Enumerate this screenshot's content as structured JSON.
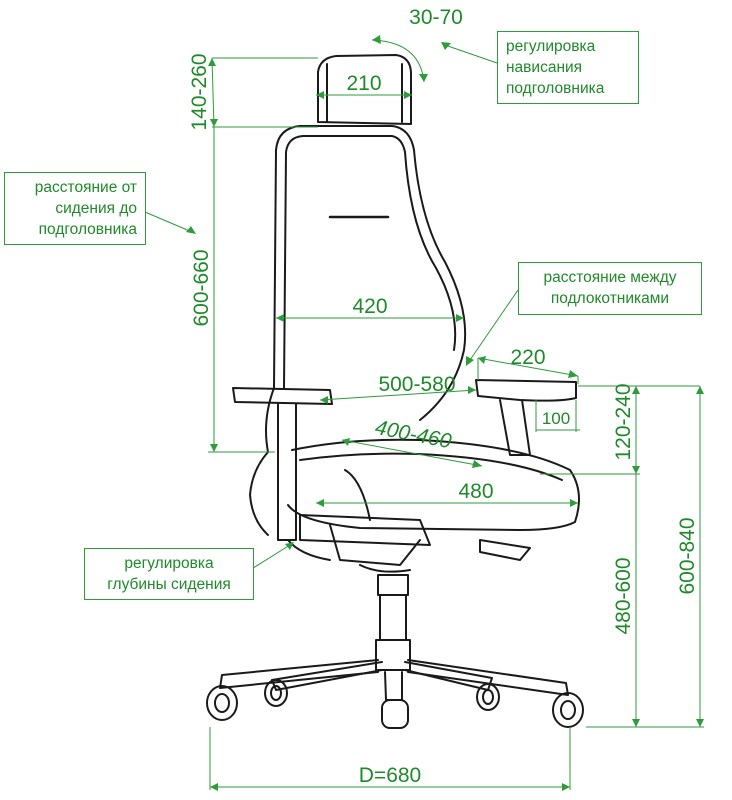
{
  "dimensions": {
    "headrest_tilt": "30-70",
    "headrest_width": "210",
    "headrest_height": "140-260",
    "back_height": "600-660",
    "back_width": "420",
    "arm_distance": "500-580",
    "armrest_length": "220",
    "armrest_width": "100",
    "seat_width": "400-460",
    "seat_depth": "480",
    "arm_height": "120-240",
    "seat_height": "480-600",
    "total_height": "600-840",
    "base_diameter": "D=680"
  },
  "callouts": {
    "headrest_tilt": [
      "регулировка",
      "нависания",
      "подголовника"
    ],
    "seat_to_headrest": [
      "расстояние от",
      "сидения до",
      "подголовника"
    ],
    "armrest_distance": [
      "расстояние между",
      "подлокотниками"
    ],
    "seat_depth": [
      "регулировка",
      "глубины сидения"
    ]
  },
  "colors": {
    "dimension": "#1f8a2a",
    "drawing": "#1a1a1a"
  }
}
